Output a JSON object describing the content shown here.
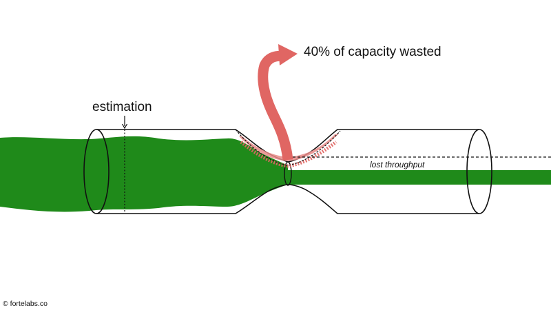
{
  "labels": {
    "estimation": "estimation",
    "wasted": "40% of capacity wasted",
    "lost_throughput": "lost throughput"
  },
  "credit": "© fortelabs.co",
  "colors": {
    "flow": "#1f8a1a",
    "arrow": "#e06663",
    "outline": "#111111",
    "background": "#ffffff"
  }
}
